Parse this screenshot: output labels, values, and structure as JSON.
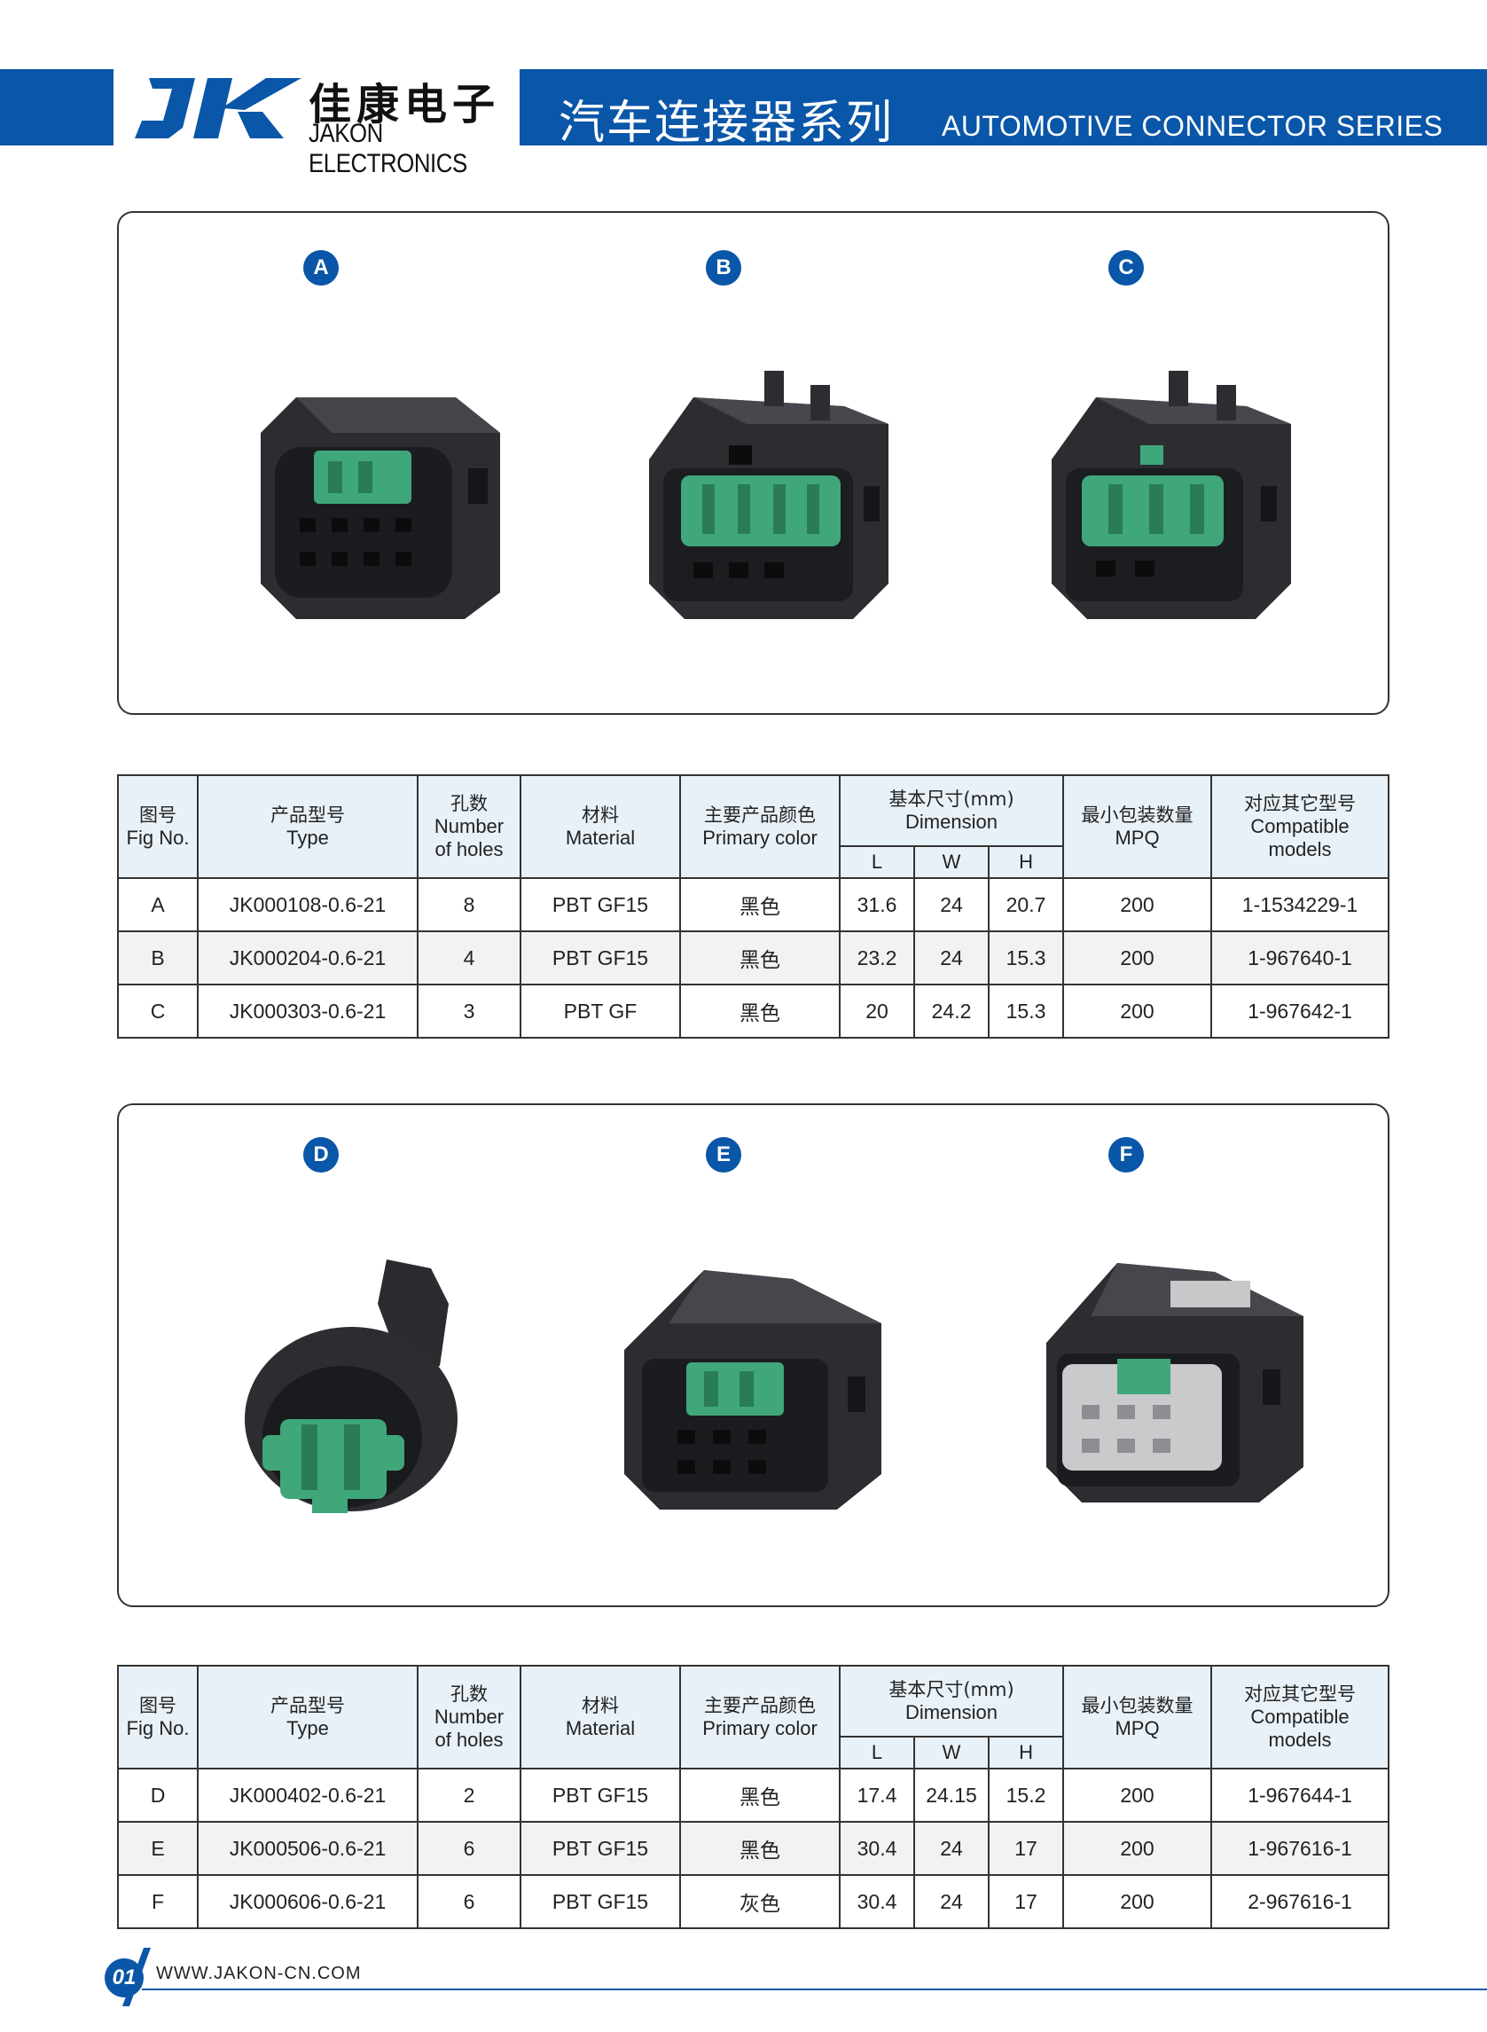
{
  "header": {
    "logo_cn": "佳康电子",
    "logo_en": "JAKON ELECTRONICS",
    "series_cn": "汽车连接器系列",
    "series_en": "AUTOMOTIVE CONNECTOR SERIES",
    "brand_color": "#0a56a8"
  },
  "panel1": {
    "figs": [
      "A",
      "B",
      "C"
    ]
  },
  "panel2": {
    "figs": [
      "D",
      "E",
      "F"
    ]
  },
  "table_headers": {
    "fig_cn": "图号",
    "fig_en": "Fig No.",
    "type_cn": "产品型号",
    "type_en": "Type",
    "holes_cn": "孔数",
    "holes_en1": "Number",
    "holes_en2": "of holes",
    "material_cn": "材料",
    "material_en": "Material",
    "color_cn": "主要产品颜色",
    "color_en": "Primary color",
    "dim_cn": "基本尺寸(mm)",
    "dim_en": "Dimension",
    "dim_l": "L",
    "dim_w": "W",
    "dim_h": "H",
    "mpq_cn": "最小包装数量",
    "mpq_en": "MPQ",
    "compat_cn": "对应其它型号",
    "compat_en1": "Compatible",
    "compat_en2": "models"
  },
  "table1": [
    {
      "fig": "A",
      "type": "JK000108-0.6-21",
      "holes": "8",
      "material": "PBT GF15",
      "color": "黑色",
      "l": "31.6",
      "w": "24",
      "h": "20.7",
      "mpq": "200",
      "compat": "1-1534229-1"
    },
    {
      "fig": "B",
      "type": "JK000204-0.6-21",
      "holes": "4",
      "material": "PBT GF15",
      "color": "黑色",
      "l": "23.2",
      "w": "24",
      "h": "15.3",
      "mpq": "200",
      "compat": "1-967640-1"
    },
    {
      "fig": "C",
      "type": "JK000303-0.6-21",
      "holes": "3",
      "material": "PBT GF",
      "color": "黑色",
      "l": "20",
      "w": "24.2",
      "h": "15.3",
      "mpq": "200",
      "compat": "1-967642-1"
    }
  ],
  "table2": [
    {
      "fig": "D",
      "type": "JK000402-0.6-21",
      "holes": "2",
      "material": "PBT GF15",
      "color": "黑色",
      "l": "17.4",
      "w": "24.15",
      "h": "15.2",
      "mpq": "200",
      "compat": "1-967644-1"
    },
    {
      "fig": "E",
      "type": "JK000506-0.6-21",
      "holes": "6",
      "material": "PBT GF15",
      "color": "黑色",
      "l": "30.4",
      "w": "24",
      "h": "17",
      "mpq": "200",
      "compat": "1-967616-1"
    },
    {
      "fig": "F",
      "type": "JK000606-0.6-21",
      "holes": "6",
      "material": "PBT GF15",
      "color": "灰色",
      "l": "30.4",
      "w": "24",
      "h": "17",
      "mpq": "200",
      "compat": "2-967616-1"
    }
  ],
  "footer": {
    "page": "01",
    "url": "WWW.JAKON-CN.COM"
  }
}
